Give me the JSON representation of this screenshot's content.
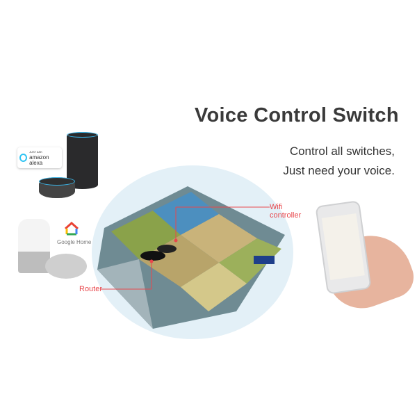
{
  "title": "Voice Control Switch",
  "subtitle_lines": [
    "Control all switches,",
    "Just need your voice."
  ],
  "labels": {
    "wifi_controller": [
      "Wifi",
      "controller"
    ],
    "router": "Router"
  },
  "logos": {
    "alexa": {
      "small": "JUST ASK",
      "text": "amazon alexa"
    },
    "google": "Google Home"
  },
  "colors": {
    "accent_red": "#e8474c",
    "title": "#3a3a3a",
    "alexa_blue": "#31c4f3",
    "circle_bg": "#e3f0f7"
  }
}
